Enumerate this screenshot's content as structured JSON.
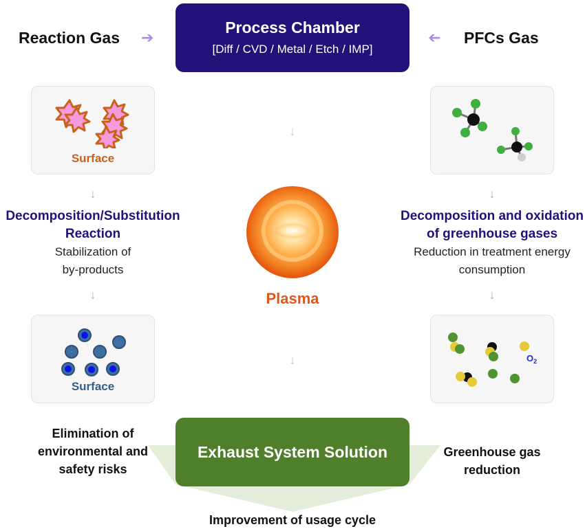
{
  "header": {
    "left_title": "Reaction Gas",
    "right_title": "PFCs Gas",
    "chamber_title": "Process Chamber",
    "chamber_subtitle": "[Diff / CVD / Metal / Etch / IMP]"
  },
  "left_column": {
    "card1_label": "Surface",
    "title_line1": "Decomposition/Substitution",
    "title_line2": "Reaction",
    "desc_line1": "Stabilization of",
    "desc_line2": "by-products",
    "card2_label": "Surface"
  },
  "center": {
    "label": "Plasma"
  },
  "right_column": {
    "title_line1": "Decomposition and oxidation",
    "title_line2": "of greenhouse gases",
    "desc_line1": "Reduction in treatment energy",
    "desc_line2": "consumption",
    "molecule_label": "O",
    "molecule_sub": "2"
  },
  "bottom": {
    "solution": "Exhaust System Solution",
    "left_line1": "Elimination of",
    "left_line2": "environmental and",
    "left_line3": "safety risks",
    "right_line1": "Greenhouse gas",
    "right_line2": "reduction",
    "bottom_line": "Improvement of usage cycle"
  },
  "colors": {
    "chamber": "#201279",
    "exhaust": "#4f7f2a",
    "plasma_text": "#e2561a",
    "surface_orange": "#c9611a",
    "surface_blue": "#2f5f8a",
    "accent_blue_text": "#201279"
  }
}
